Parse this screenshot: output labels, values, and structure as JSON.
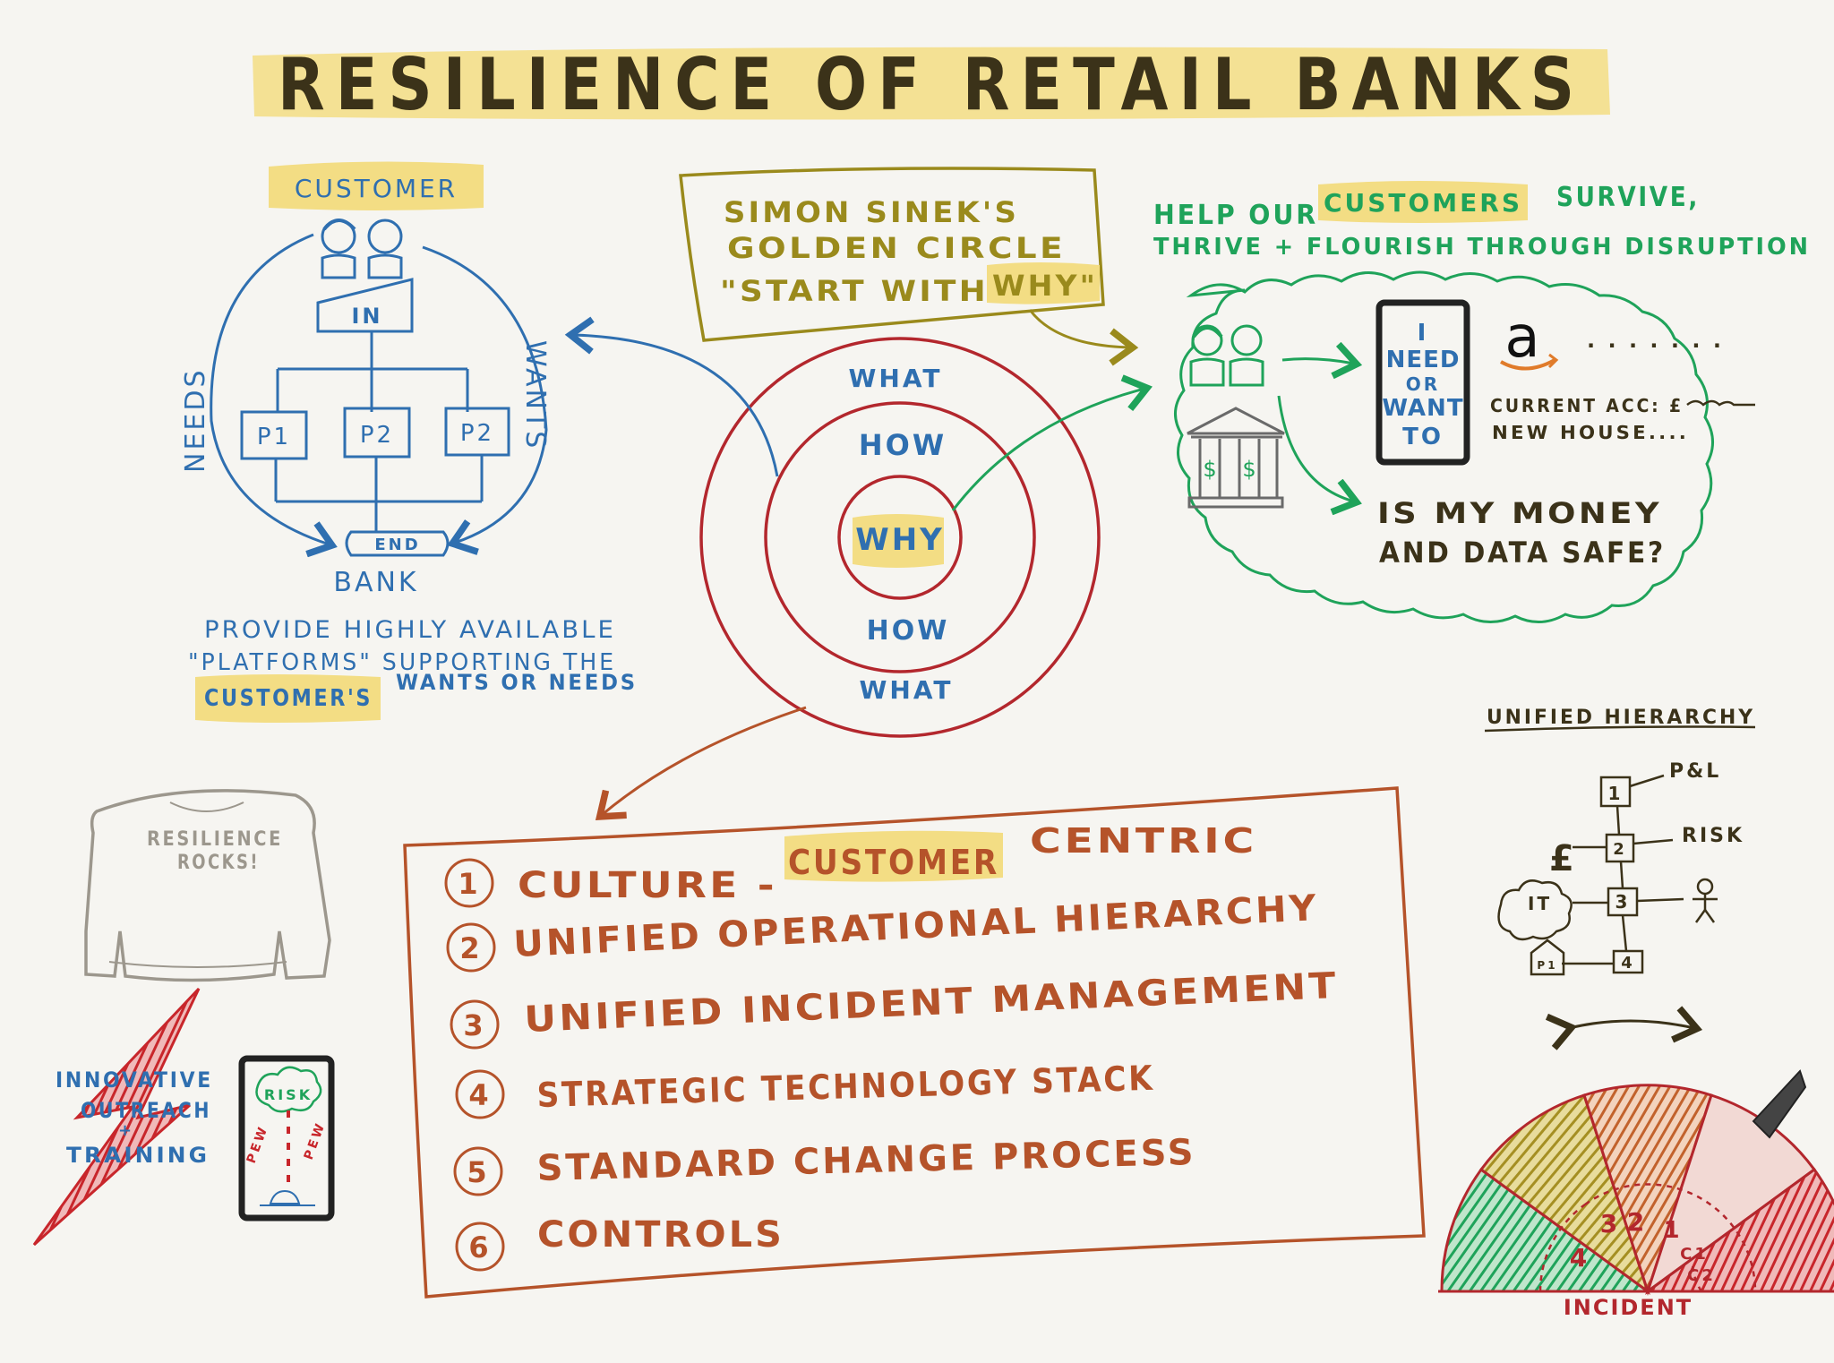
{
  "title": "RESILIENCE OF RETAIL BANKS",
  "colors": {
    "blue": "#2f6fb0",
    "red": "#b3272d",
    "olive": "#9a8a1c",
    "green": "#1fa35a",
    "orange": "#b5532a",
    "highlight": "#f3dd84",
    "gray": "#9c978d",
    "ink": "#3b3219"
  },
  "bank_flow": {
    "customer_label": "CUSTOMER",
    "in_label": "IN",
    "p1": "P1",
    "p2": "P2",
    "p3": "P2",
    "end_label": "END",
    "needs_label": "NEEDS",
    "wants_label": "WANTS",
    "bank_label": "BANK",
    "provide_line1": "PROVIDE HIGHLY AVAILABLE",
    "provide_line2": "\"PLATFORMS\" SUPPORTING THE",
    "provide_line3_a": "CUSTOMER'S",
    "provide_line3_b": "WANTS OR NEEDS"
  },
  "golden_circle": {
    "box_line1": "SIMON SINEK'S",
    "box_line2": "GOLDEN CIRCLE",
    "box_line3_a": "\"START WITH",
    "box_line3_b": "WHY\"",
    "what_top": "WHAT",
    "how_top": "HOW",
    "why": "WHY",
    "how_bottom": "HOW",
    "what_bottom": "WHAT"
  },
  "customers_cloud": {
    "help_line1_a": "HELP OUR",
    "help_line1_b": "CUSTOMERS",
    "help_line1_c": "SURVIVE,",
    "help_line2": "THRIVE + FLOURISH THROUGH DISRUPTION",
    "phone_line1": "I",
    "phone_line2": "NEED",
    "phone_line3": "OR",
    "phone_line4": "WANT",
    "phone_line5": "TO",
    "amazon_letter": "a",
    "dots": ". . . . . . .",
    "current_acc": "CURRENT ACC: £",
    "new_house": "NEW HOUSE....",
    "money_line1": "IS MY MONEY",
    "money_line2": "AND DATA SAFE?"
  },
  "numbered_list": {
    "items": [
      {
        "num": "1",
        "text_a": "CULTURE -",
        "text_b": "CUSTOMER",
        "text_c": "CENTRIC"
      },
      {
        "num": "2",
        "text": "UNIFIED OPERATIONAL HIERARCHY"
      },
      {
        "num": "3",
        "text": "UNIFIED INCIDENT MANAGEMENT"
      },
      {
        "num": "4",
        "text": "STRATEGIC TECHNOLOGY STACK"
      },
      {
        "num": "5",
        "text": "STANDARD CHANGE PROCESS"
      },
      {
        "num": "6",
        "text": "CONTROLS"
      }
    ]
  },
  "sweatshirt": {
    "line1": "RESILIENCE",
    "line2": "ROCKS!"
  },
  "outreach": {
    "line1": "INNOVATIVE",
    "line2": "OUTREACH",
    "line3": "+",
    "line4": "TRAINING",
    "phone_risk": "RISK",
    "pew1": "PEW",
    "pew2": "PEW"
  },
  "hierarchy": {
    "title": "UNIFIED HIERARCHY",
    "n1": "1",
    "n2": "2",
    "n3": "3",
    "n4": "4",
    "pl": "P&L",
    "risk": "RISK",
    "pound": "£",
    "it": "IT",
    "house_label": "P1"
  },
  "incident": {
    "label": "INCIDENT",
    "s4": "4",
    "s3": "3",
    "s2": "2",
    "s1": "1",
    "c1": "C1",
    "c2": "C2"
  }
}
